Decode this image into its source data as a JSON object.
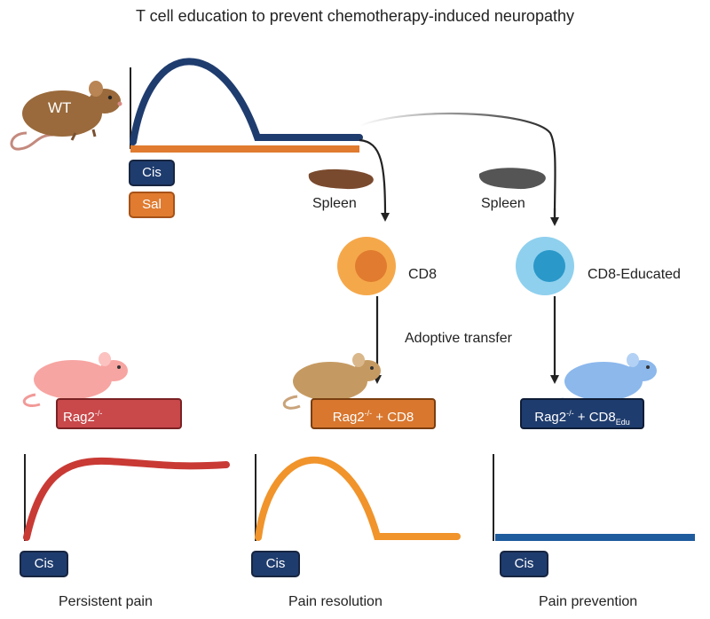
{
  "title": "T cell education to prevent chemotherapy-induced neuropathy",
  "top": {
    "mouse_label": "WT",
    "cis_label": "Cis",
    "sal_label": "Sal",
    "spleen_left_label": "Spleen",
    "spleen_right_label": "Spleen"
  },
  "cells": {
    "cd8_label": "CD8",
    "cd8_educated_label": "CD8-Educated",
    "adoptive_transfer_label": "Adoptive transfer"
  },
  "recipients": {
    "rag2_base": "Rag2",
    "rag2_sup": "-/-",
    "rag2_cd8_tail": "+ CD8",
    "rag2_cd8edu_tail": "+ CD8",
    "edu_sub": "Edu"
  },
  "panels": [
    {
      "cis_label": "Cis",
      "outcome": "Persistent pain"
    },
    {
      "cis_label": "Cis",
      "outcome": "Pain resolution"
    },
    {
      "cis_label": "Cis",
      "outcome": "Pain prevention"
    }
  ],
  "colors": {
    "navy": "#1f3c6e",
    "orange": "#e07b2f",
    "red": "#c93a35",
    "light_blue": "#5fb4de",
    "pink": "#f29a98",
    "tan": "#c59a62",
    "brown_mouse": "#9a6a3c"
  },
  "icons": [
    "mouse-icon",
    "spleen-icon",
    "cell-icon",
    "arrow-icon"
  ]
}
